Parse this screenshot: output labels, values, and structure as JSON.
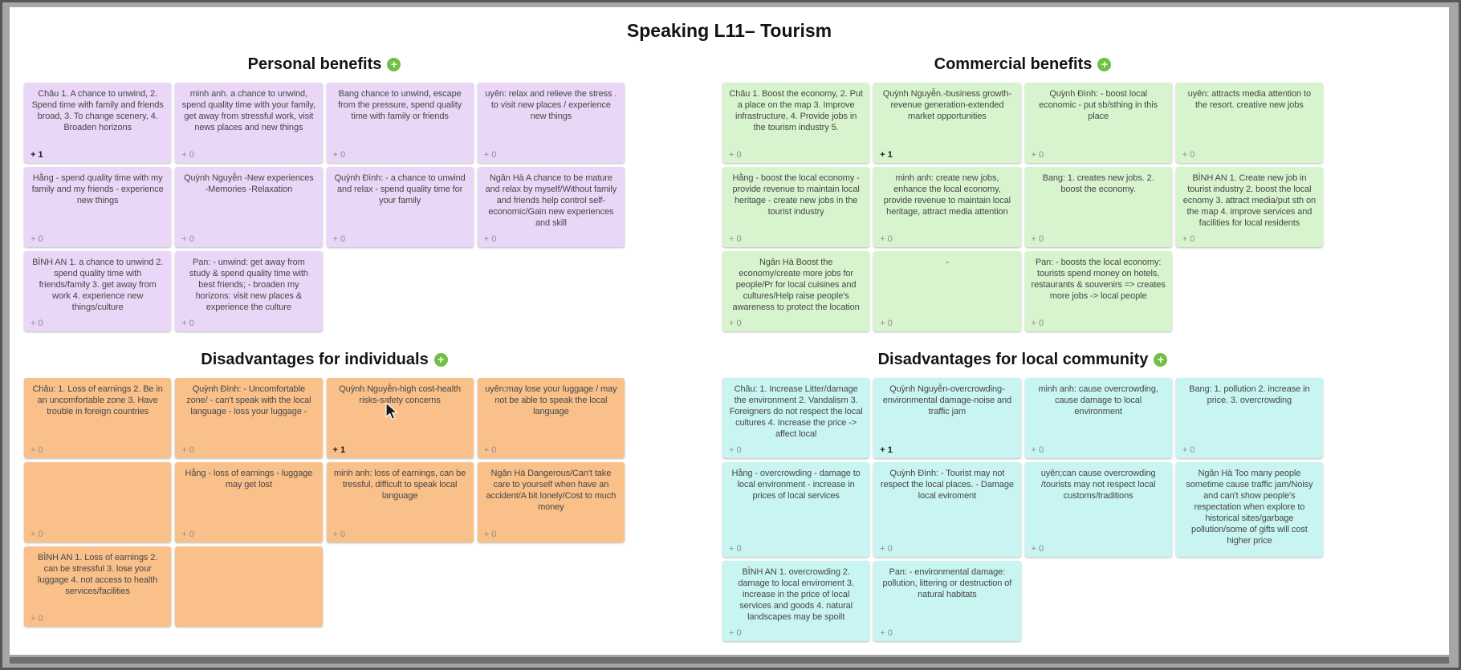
{
  "window": {
    "title": "Speaking L11– Tourism"
  },
  "icons": {
    "add_label": "+"
  },
  "vote_prefix": "+",
  "sections": [
    {
      "id": "personal-benefits",
      "title": "Personal benefits",
      "column": "left",
      "card_bg": "#ead6f6",
      "rows": [
        [
          {
            "text": "Châu 1. A chance to unwind, 2. Spend time with family and friends broad, 3. To change scenery, 4. Broaden horizons",
            "votes": 1
          },
          {
            "text": "minh anh. a chance to unwind, spend quality time with your family, get away from stressful work, visit news places and new things",
            "votes": 0
          },
          {
            "text": "Bang chance to unwind, escape from the pressure, spend quality time with family or friends",
            "votes": 0
          },
          {
            "text": "uyên: relax and relieve the stress . to visit new places / experience new things",
            "votes": 0
          }
        ],
        [
          {
            "text": "Hằng - spend quality time with my family and my friends - experience new things",
            "votes": 0
          },
          {
            "text": "Quỳnh Nguyễn -New experiences -Memories -Relaxation",
            "votes": 0
          },
          {
            "text": "Quỳnh Đình: - a chance to unwind and relax - spend quality time for your family",
            "votes": 0
          },
          {
            "text": "Ngân Hà A chance to be mature and relax by myself/Without family and friends help control self-economic/Gain new experiences and skill",
            "votes": 0
          }
        ],
        [
          {
            "text": "BÌNH AN 1. a chance to unwind 2. spend quality time with friends/family 3. get away from work 4. experience new things/culture",
            "votes": 0
          },
          {
            "text": "Pan: - unwind: get away from study & spend quality time with best friends; - broaden my horizons: visit new places & experience the culture",
            "votes": 0
          },
          null,
          null
        ]
      ]
    },
    {
      "id": "commercial-benefits",
      "title": "Commercial benefits",
      "column": "right",
      "card_bg": "#d7f4ce",
      "rows": [
        [
          {
            "text": "Châu 1. Boost the economy, 2. Put a place on the map 3. Improve infrastructure, 4. Provide jobs in the tourism industry 5.",
            "votes": 0
          },
          {
            "text": "Quỳnh Nguyễn.-business growth-revenue generation-extended market opportunities",
            "votes": 1
          },
          {
            "text": "Quỳnh Đình: - boost local economic - put sb/sthing in this place",
            "votes": 0
          },
          {
            "text": "uyên: attracts media attention to the resort. creative new jobs",
            "votes": 0
          }
        ],
        [
          {
            "text": "Hằng - boost the local economy - provide revenue to maintain local heritage - create new jobs in the tourist industry",
            "votes": 0
          },
          {
            "text": "minh anh: create new jobs, enhance the local economy, provide revenue to maintain local heritage, attract media attention",
            "votes": 0
          },
          {
            "text": "Bang: 1. creates new jobs. 2. boost the economy.",
            "votes": 0
          },
          {
            "text": "BÌNH AN 1. Create new job in tourist industry 2. boost the local ecnomy 3. attract media/put sth on the map 4. improve services and facilities for local residents",
            "votes": 0
          }
        ],
        [
          {
            "text": "Ngân Hà Boost the economy/create more jobs for people/Pr for local cuisines and cultures/Help raise people's awareness to protect the location",
            "votes": 0
          },
          {
            "text": "-",
            "votes": 0
          },
          {
            "text": "Pan: - boosts the local economy: tourists spend money on hotels, restaurants & souvenirs => creates more jobs -> local people",
            "votes": 0
          },
          null
        ]
      ]
    },
    {
      "id": "disadvantages-individuals",
      "title": "Disadvantages for individuals",
      "column": "left",
      "card_bg": "#f9c089",
      "rows": [
        [
          {
            "text": "Châu: 1. Loss of earnings 2. Be in an uncomfortable zone 3. Have trouble in foreign countries",
            "votes": 0
          },
          {
            "text": "Quỳnh Đình: - Uncomfortable zone/ - can't speak with the local language - loss your luggage -",
            "votes": 0
          },
          {
            "text": "Quỳnh Nguyễn-high cost-health risks-safety concerns",
            "votes": 1
          },
          {
            "text": "uyên:may lose your luggage / may not be able to speak the local language",
            "votes": 0
          }
        ],
        [
          {
            "text": "",
            "votes": 0
          },
          {
            "text": "Hằng - loss of earnings - luggage may get lost",
            "votes": 0
          },
          {
            "text": "minh anh: loss of earnings, can be tressful, difficult to speak local language",
            "votes": 0
          },
          {
            "text": "Ngân Hà Dangerous/Can't take care to yourself when have an accident/A bit lonely/Cost to much money",
            "votes": 0
          }
        ],
        [
          {
            "text": "BÌNH AN 1. Loss of earnings 2. can be stressful 3. lose your luggage 4. not access to health services/facilities",
            "votes": 0
          },
          {
            "text": "",
            "votes": null
          },
          null,
          null
        ]
      ]
    },
    {
      "id": "disadvantages-community",
      "title": "Disadvantages for local community",
      "column": "right",
      "card_bg": "#c8f4f2",
      "rows": [
        [
          {
            "text": "Châu: 1. Increase Litter/damage the environment 2. Vandalism 3. Foreigners do not respect the local cultures 4. Increase the price -> affect local",
            "votes": 0
          },
          {
            "text": "Quỳnh Nguyễn-overcrowding-environmental damage-noise and traffic jam",
            "votes": 1
          },
          {
            "text": "minh anh: cause overcrowding, cause damage to local environment",
            "votes": 0
          },
          {
            "text": "Bang: 1. pollution 2. increase in price. 3. overcrowding",
            "votes": 0
          }
        ],
        [
          {
            "text": "Hằng - overcrowding - damage to local environment - increase in prices of local services",
            "votes": 0
          },
          {
            "text": "Quỳnh Đình: - Tourist may not respect the local places. - Damage local eviroment",
            "votes": 0
          },
          {
            "text": "uyên;can cause overcrowding /tourists may not respect local customs/traditions",
            "votes": 0
          },
          {
            "text": "Ngân Hà Too many people sometime cause traffic jam/Noisy and can't show people's respectation when explore to historical sites/garbage pollution/some of gifts will cost higher price",
            "votes": null,
            "clip": true
          }
        ],
        [
          {
            "text": "BÌNH AN 1. overcrowding 2. damage to local enviroment 3. increase in the price of local services and goods 4. natural landscapes may be spoilt",
            "votes": 0
          },
          {
            "text": "Pan: - environmental damage: pollution, littering or destruction of natural habitats",
            "votes": 0
          },
          null,
          null
        ]
      ]
    }
  ]
}
